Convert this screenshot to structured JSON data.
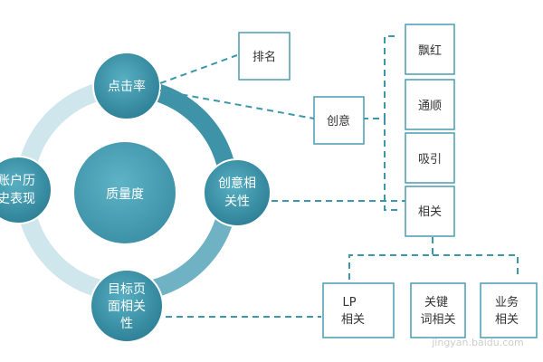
{
  "diagram": {
    "center": "质量度",
    "nodes": {
      "top": "点击率",
      "right": [
        "创意相",
        "关性"
      ],
      "left": [
        "账户历",
        "史表现"
      ],
      "bottom": [
        "目标页",
        "面相关",
        "性"
      ]
    },
    "boxes": {
      "ranking": "排名",
      "creative": "创意",
      "piaohong": "飘红",
      "tongshun": "通顺",
      "xiyin": "吸引",
      "xiangguan": "相关",
      "lp": [
        "LP",
        "相关"
      ],
      "keyword": [
        "关键",
        "词相关"
      ],
      "business": [
        "业务",
        "相关"
      ]
    }
  },
  "watermark": "jingyan.baidu.com",
  "colors": {
    "node_fill": "#3d96aa",
    "center_fill": "#4aa3b8",
    "ring_dark": "#3f93a8",
    "ring_light": "#c9e3ea",
    "box_border": "#4a9bb0",
    "dash": "#3d96aa"
  }
}
